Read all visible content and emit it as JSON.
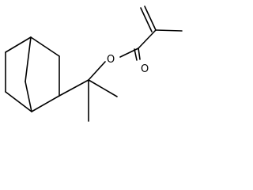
{
  "molecule": {
    "atoms": [
      {
        "id": "O1",
        "symbol": "O"
      },
      {
        "id": "O2",
        "symbol": "O"
      }
    ]
  },
  "colors": {
    "background": "#ffffff",
    "bond": "#000000",
    "label": "#000000"
  }
}
